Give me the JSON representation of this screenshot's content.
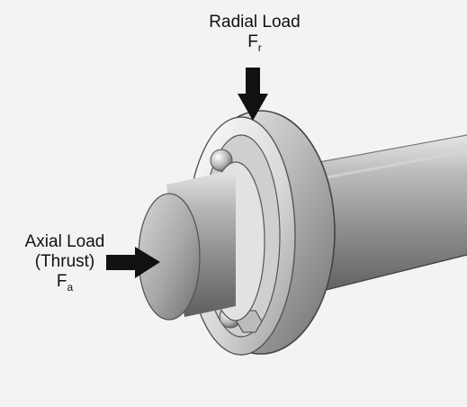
{
  "labels": {
    "radial_title": "Radial Load",
    "radial_symbol": "F",
    "radial_subscript": "r",
    "axial_title": "Axial Load",
    "axial_subtitle": "(Thrust)",
    "axial_symbol": "F",
    "axial_subscript": "a"
  },
  "colors": {
    "background": "#f4f4f4",
    "arrow": "#111111",
    "text": "#111111"
  }
}
